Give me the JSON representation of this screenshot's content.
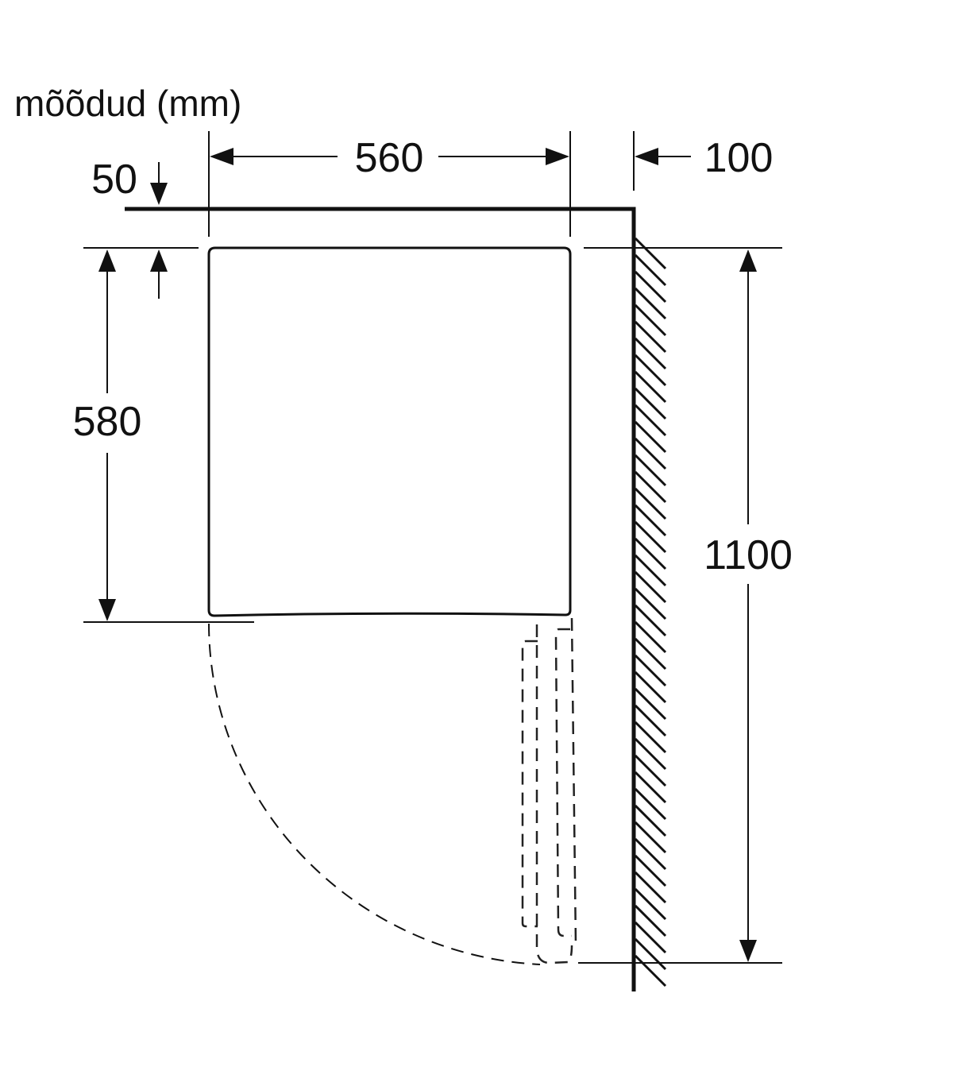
{
  "title": "mõõdud (mm)",
  "dimensions": {
    "width": "560",
    "wall_gap": "100",
    "top_gap": "50",
    "depth": "580",
    "door_open_depth": "1100"
  }
}
